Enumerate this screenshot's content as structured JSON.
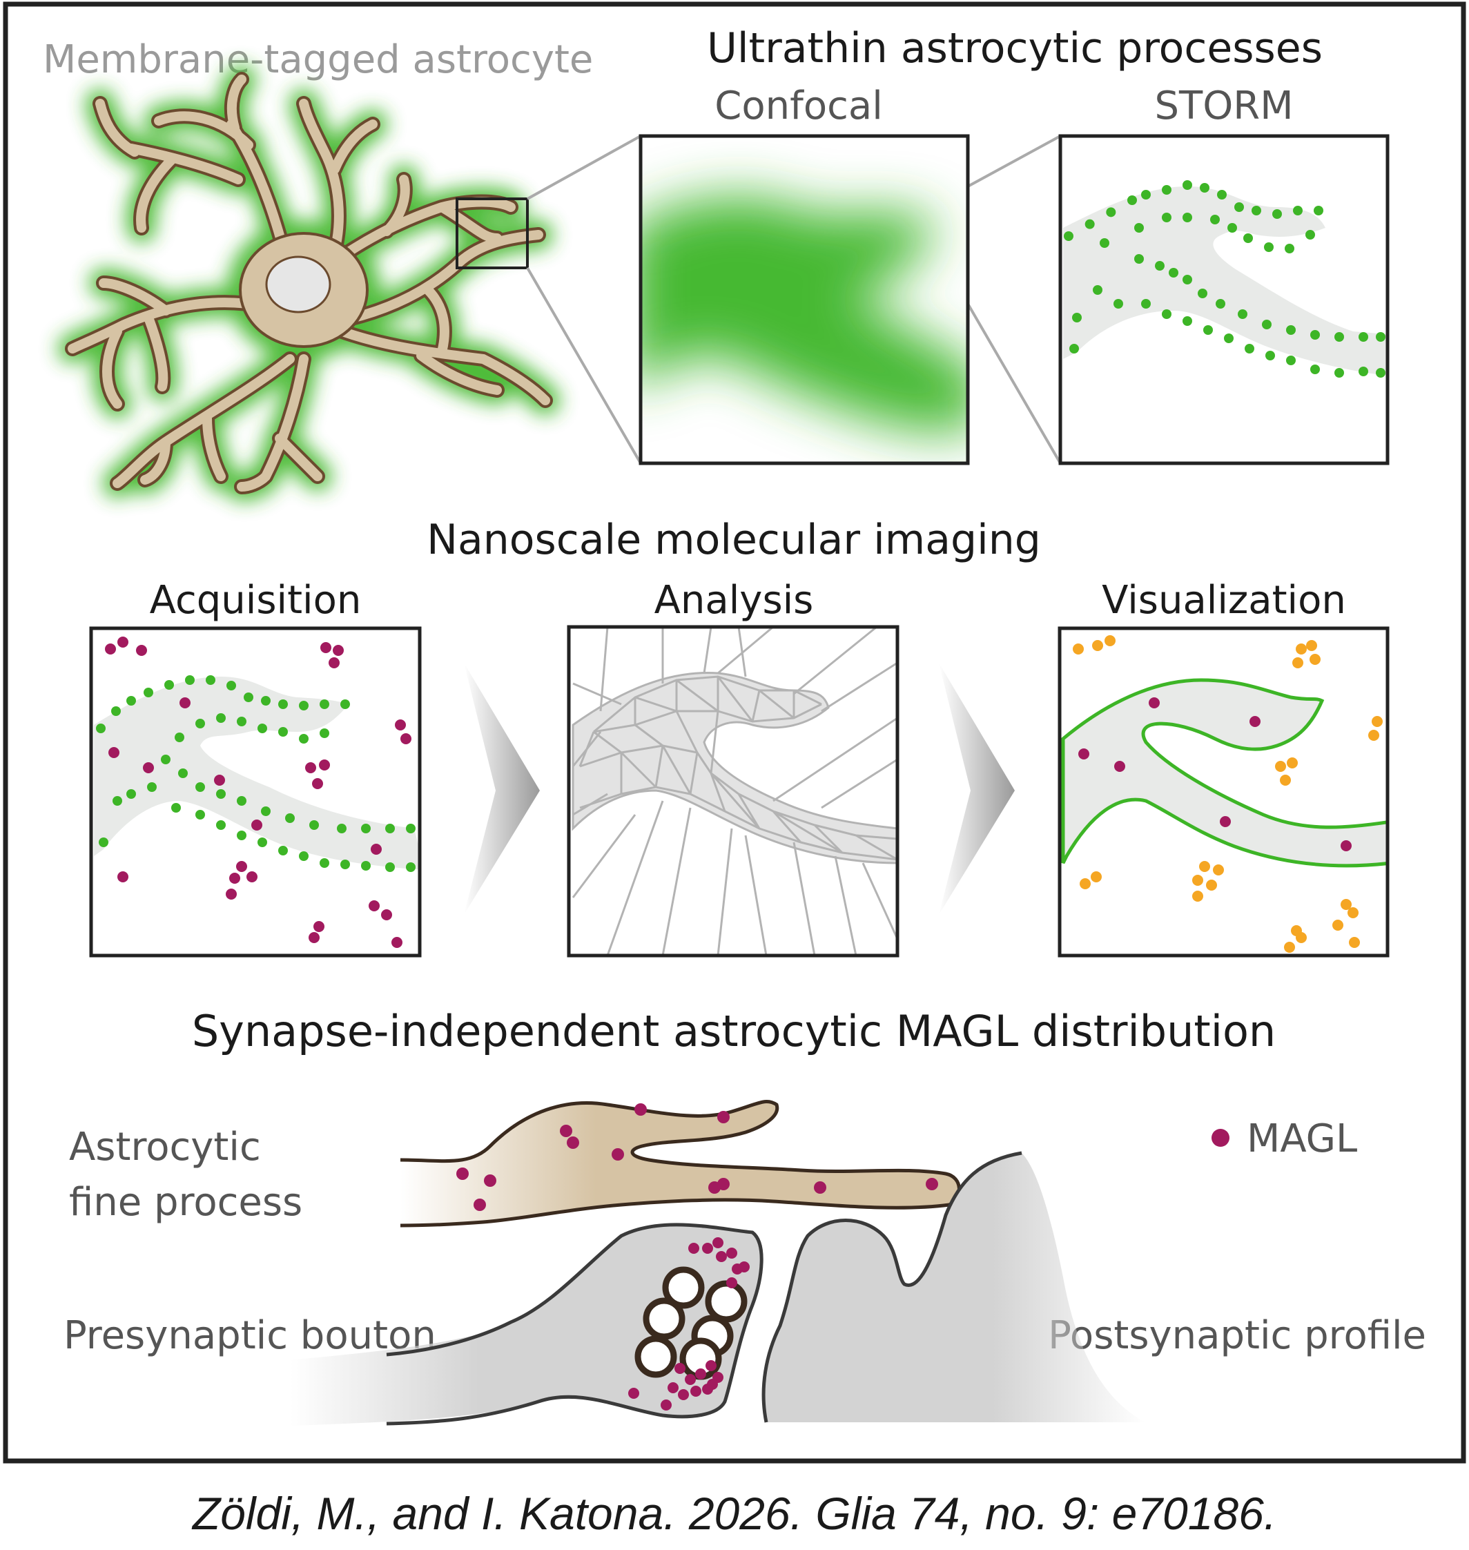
{
  "colors": {
    "green": "#3db526",
    "green_light": "#6cc64a",
    "magenta": "#a21a5e",
    "orange": "#f5a623",
    "tan": "#d6c3a4",
    "tan_outline": "#6b4a2e",
    "grey_fill": "#d3d3d3",
    "grey_line": "#b3b3b3",
    "soft_grey": "#e8eae8",
    "frame": "#222222",
    "text_dark": "#1a1a1a",
    "text_grey": "#555555",
    "text_light": "#9a9a9a"
  },
  "top": {
    "astrocyte_label": "Membrane-tagged astrocyte",
    "title": "Ultrathin astrocytic processes",
    "confocal_label": "Confocal",
    "storm_label": "STORM"
  },
  "middle": {
    "title": "Nanoscale molecular imaging",
    "acquisition_label": "Acquisition",
    "analysis_label": "Analysis",
    "visualization_label": "Visualization"
  },
  "bottom": {
    "title": "Synapse-independent astrocytic MAGL distribution",
    "astro_label_line1": "Astrocytic",
    "astro_label_line2": "fine process",
    "pre_label": "Presynaptic bouton",
    "post_label": "Postsynaptic profile",
    "legend_label": "MAGL"
  },
  "citation": "Zöldi, M., and I. Katona. 2026. Glia 74, no. 9: e70186."
}
